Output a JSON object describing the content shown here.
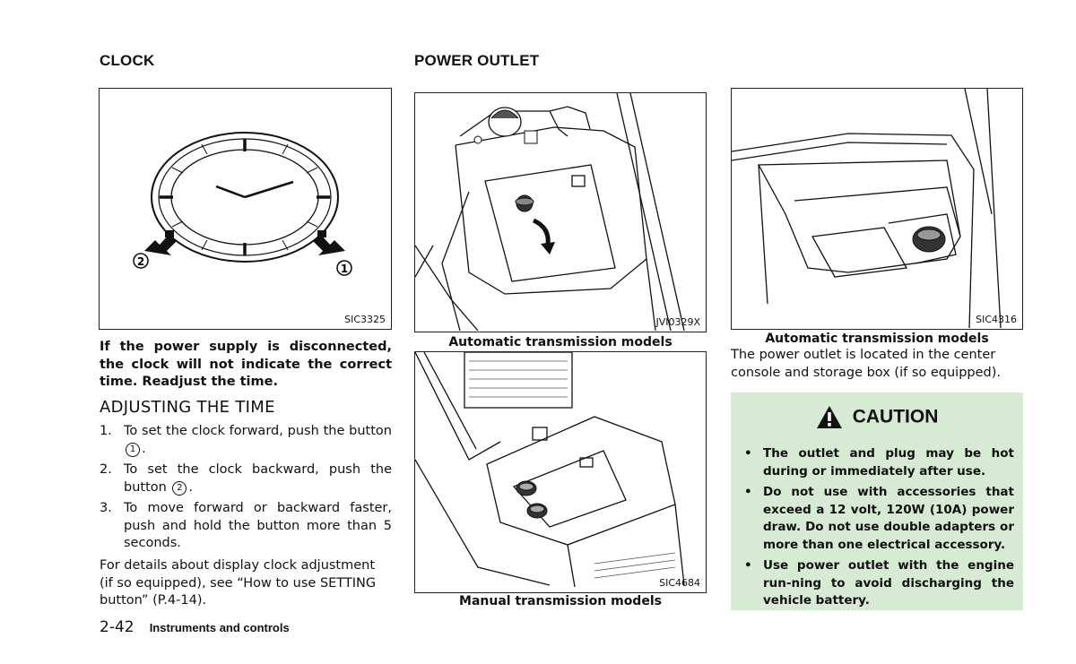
{
  "headings": {
    "clock": "CLOCK",
    "power_outlet": "POWER OUTLET"
  },
  "figures": {
    "clock": {
      "code": "SIC3325",
      "label_1": "1",
      "label_2": "2"
    },
    "auto_console": {
      "code": "JVI0329X",
      "caption": "Automatic transmission models"
    },
    "manual_console": {
      "code": "SIC4684",
      "caption": "Manual transmission models"
    },
    "auto_storage": {
      "code": "SIC4316",
      "caption": "Automatic transmission models"
    }
  },
  "clock_section": {
    "notice": "If the power supply is disconnected, the clock will not indicate the correct time. Readjust the time.",
    "subheading": "ADJUSTING THE TIME",
    "steps": [
      {
        "num": "1.",
        "pre": "To set the clock forward, push the button",
        "ref": "1",
        "post": "."
      },
      {
        "num": "2.",
        "pre": "To set the clock backward, push the button",
        "ref": "2",
        "post": "."
      },
      {
        "num": "3.",
        "text": "To move forward or backward faster, push and hold the button more than 5 seconds."
      }
    ],
    "details": "For details about display clock adjustment (if so equipped), see “How to use SETTING button” (P.4-14)."
  },
  "power_section": {
    "text": "The power outlet is located in the center console and storage box (if so equipped)."
  },
  "caution": {
    "title": "CAUTION",
    "icon": "warning-triangle-icon",
    "background": "#d6ead4",
    "items": [
      "The outlet and plug may be hot during or immediately after use.",
      "Do not use with accessories that exceed a 12 volt, 120W (10A) power draw. Do not use double adapters or more than one electrical accessory.",
      "Use power outlet with the engine run-ning to avoid discharging the vehicle battery."
    ]
  },
  "footer": {
    "page_number": "2-42",
    "section": "Instruments and controls"
  }
}
